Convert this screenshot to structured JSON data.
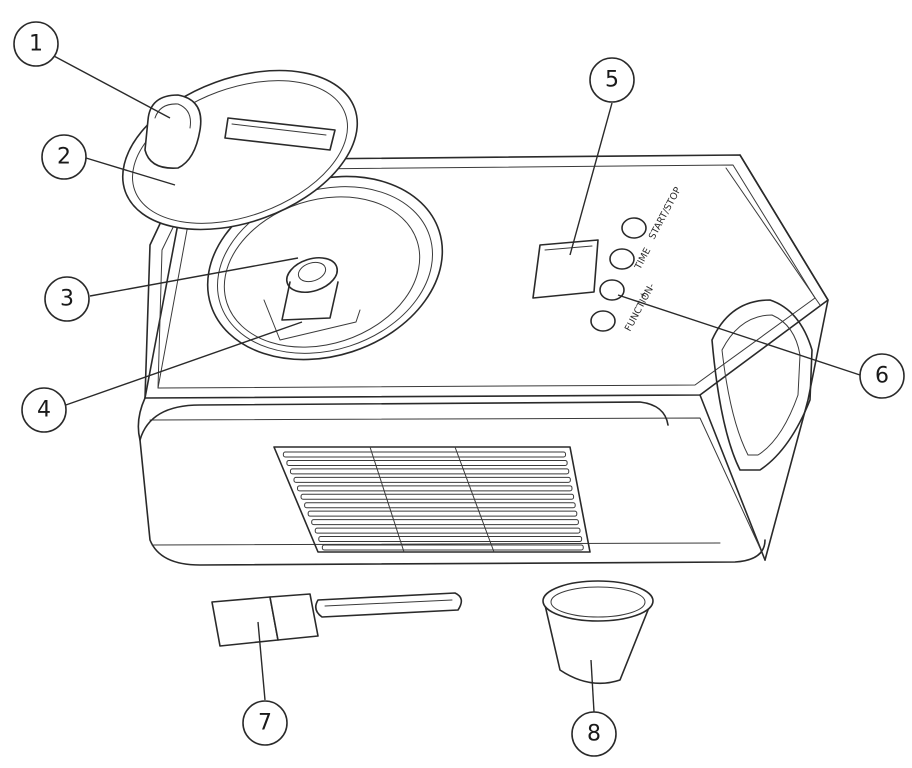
{
  "callouts": [
    {
      "num": "1"
    },
    {
      "num": "2"
    },
    {
      "num": "3"
    },
    {
      "num": "4"
    },
    {
      "num": "5"
    },
    {
      "num": "6"
    },
    {
      "num": "7"
    },
    {
      "num": "8"
    }
  ],
  "control_panel": {
    "label_time": "TIME",
    "label_startstop": "START/STOP",
    "label_function": "FUNCTION-",
    "label_plus": "+"
  }
}
